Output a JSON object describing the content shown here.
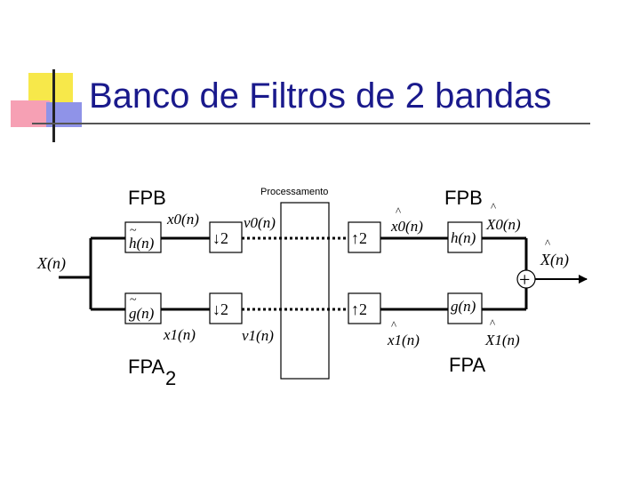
{
  "slide": {
    "title": "Banco de Filtros de 2 bandas"
  },
  "diagram": {
    "input_label": "X(n)",
    "output_label": "X(n)",
    "output_hat": "^",
    "sum_symbol": "+",
    "processing_label": "Processamento",
    "labels": {
      "fpb_left": "FPB",
      "fpa_left": "FPA",
      "fpa_left_suffix": "2",
      "fpb_right": "FPB",
      "fpa_right": "FPA"
    },
    "analysis": {
      "h_filter": "h(n)",
      "h_tilde": "~",
      "g_filter": "g(n)",
      "g_tilde": "~",
      "down_top": "↓2",
      "down_bottom": "↓2",
      "x0": "x0(n)",
      "x1": "x1(n)",
      "v0": "v0(n)",
      "v1": "v1(n)"
    },
    "synthesis": {
      "up_top": "↑2",
      "up_bottom": "↑2",
      "x0_hat": "x0(n)",
      "x1_hat": "x1(n)",
      "h_filter": "h(n)",
      "g_filter": "g(n)",
      "X0_hat": "X0(n)",
      "X1_hat": "X1(n)",
      "hat": "^"
    }
  }
}
